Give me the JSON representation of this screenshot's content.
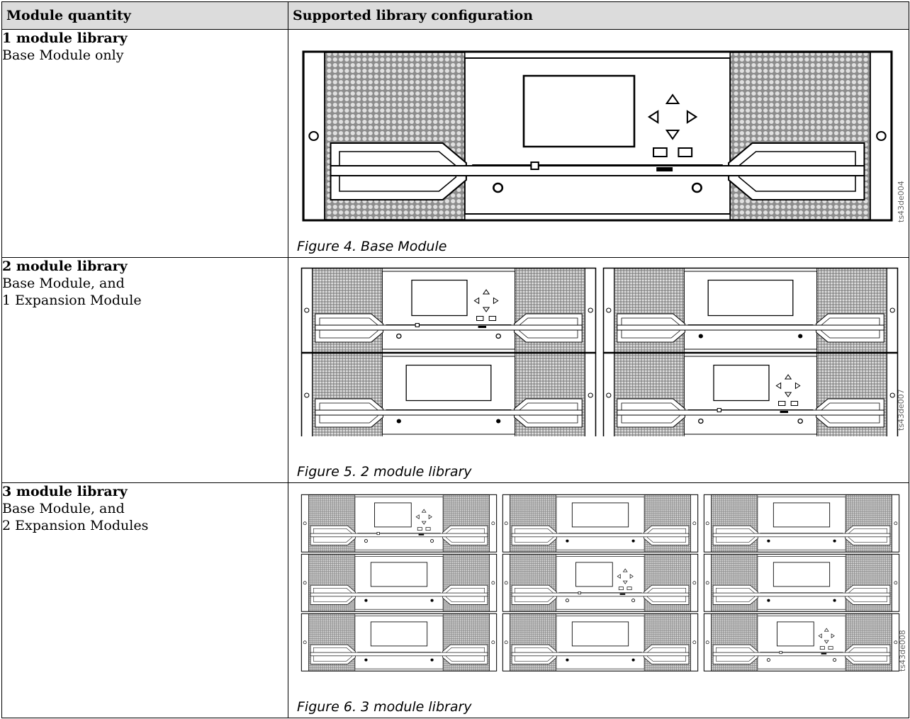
{
  "table": {
    "headers": [
      "Module quantity",
      "Supported library configuration"
    ],
    "rows": [
      {
        "title": "1 module library",
        "description": "Base Module only",
        "caption": "Figure 4. Base Module",
        "image_id": "ts43de004"
      },
      {
        "title": "2 module library",
        "description": "Base Module, and\n1 Expansion Module",
        "caption": "Figure 5. 2 module library",
        "image_id": "ts43de007"
      },
      {
        "title": "3 module library",
        "description": "Base Module, and\n2 Expansion Modules",
        "caption": "Figure 6. 3 module library",
        "image_id": "ts43de008"
      }
    ]
  }
}
